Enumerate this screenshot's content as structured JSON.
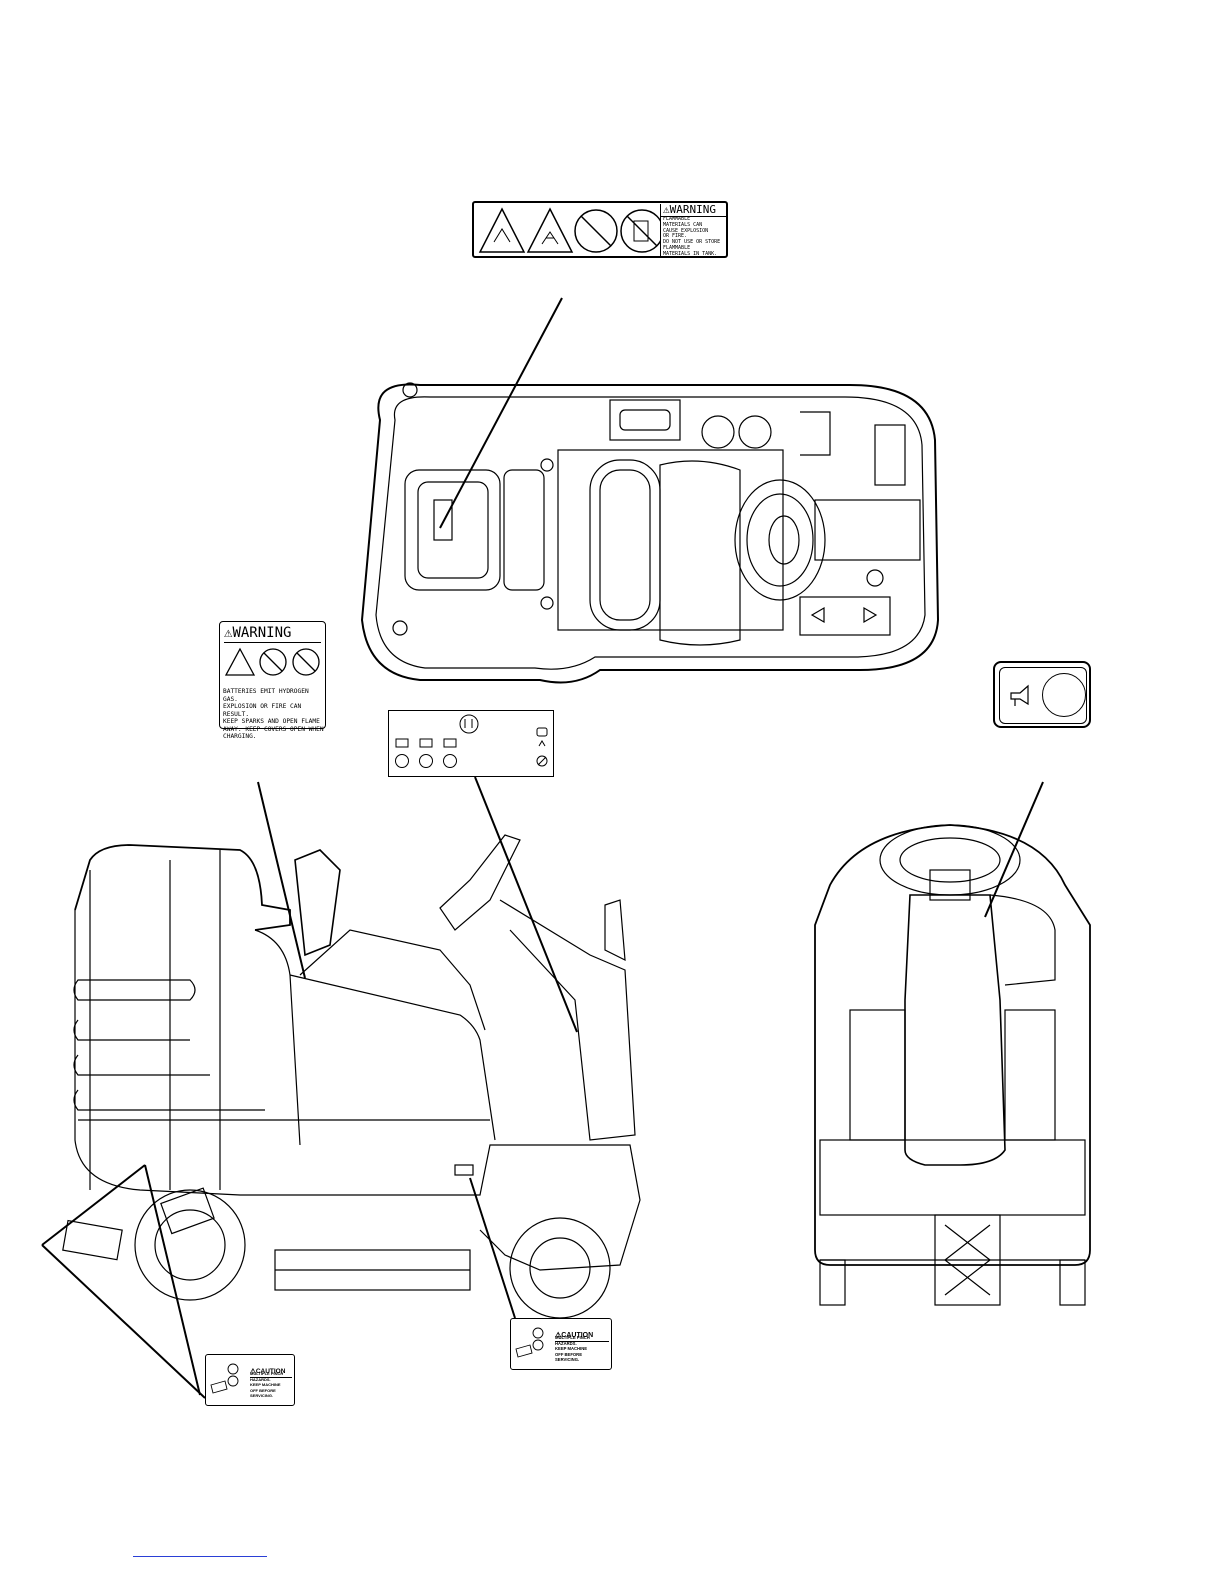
{
  "top_decal": {
    "heading": "WARNING",
    "text": "FLAMMABLE\nMATERIALS CAN\nCAUSE EXPLOSION\nOR FIRE.\nDO NOT USE OR STORE\nFLAMMABLE\nMATERIALS IN TANK."
  },
  "battery_decal": {
    "heading": "WARNING",
    "text": "BATTERIES EMIT HYDROGEN GAS.\nEXPLOSION OR FIRE CAN RESULT.\nKEEP SPARKS AND OPEN FLAME\nAWAY. KEEP COVERS OPEN WHEN\nCHARGING."
  },
  "caution_decal_center": {
    "heading": "CAUTION",
    "text": "MULTIPLE PINCH\nHAZARDS.\nKEEP MACHINE\nOFF BEFORE\nSERVICING."
  },
  "caution_decal_left": {
    "heading": "CAUTION",
    "text": "MULTIPLE PINCH\nHAZARDS.\nKEEP MACHINE\nOFF BEFORE\nSERVICING."
  }
}
